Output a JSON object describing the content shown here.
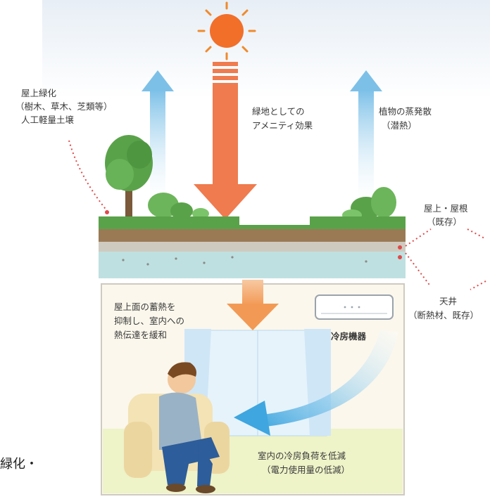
{
  "labels": {
    "rooftop_greening": [
      "屋上緑化",
      "（樹木、草木、芝類等）",
      "人工軽量土壌"
    ],
    "amenity": [
      "緑地としての",
      "アメニティ効果"
    ],
    "evaporation": [
      "植物の蒸発散",
      "（潜熱）"
    ],
    "roof_existing": [
      "屋上・屋根",
      "（既存）"
    ],
    "ceiling": [
      "天井",
      "（断熱材、既存）"
    ],
    "heat_storage": [
      "屋上面の蓄熱を",
      "抑制し、室内への",
      "熱伝達を緩和"
    ],
    "aircon": "冷房機器",
    "cooling_load": [
      "室内の冷房負荷を低減",
      "（電力使用量の低減）"
    ],
    "caption_fragment": "緑化・"
  },
  "colors": {
    "sky": "#eef3f8",
    "sun": "#f08a2c",
    "sun_arrow": "#ef7b4f",
    "evap_arrow": "#8ec9ea",
    "grass": "#5aa24a",
    "soil": "#9a7a55",
    "slab": "#c9c5bb",
    "insulation": "#bfe0e0",
    "room_floor": "#eef3c8",
    "curtain": "#cfe6f7",
    "cool_air": "#5ab6e6",
    "heat_arrow": "#f4b07a",
    "sofa": "#f3e3b5",
    "dots": "#e04a4a"
  },
  "icons": [
    "sun-icon",
    "tree-icon",
    "bush-icon",
    "air-conditioner-icon",
    "person-icon",
    "sofa-icon",
    "window-icon"
  ]
}
